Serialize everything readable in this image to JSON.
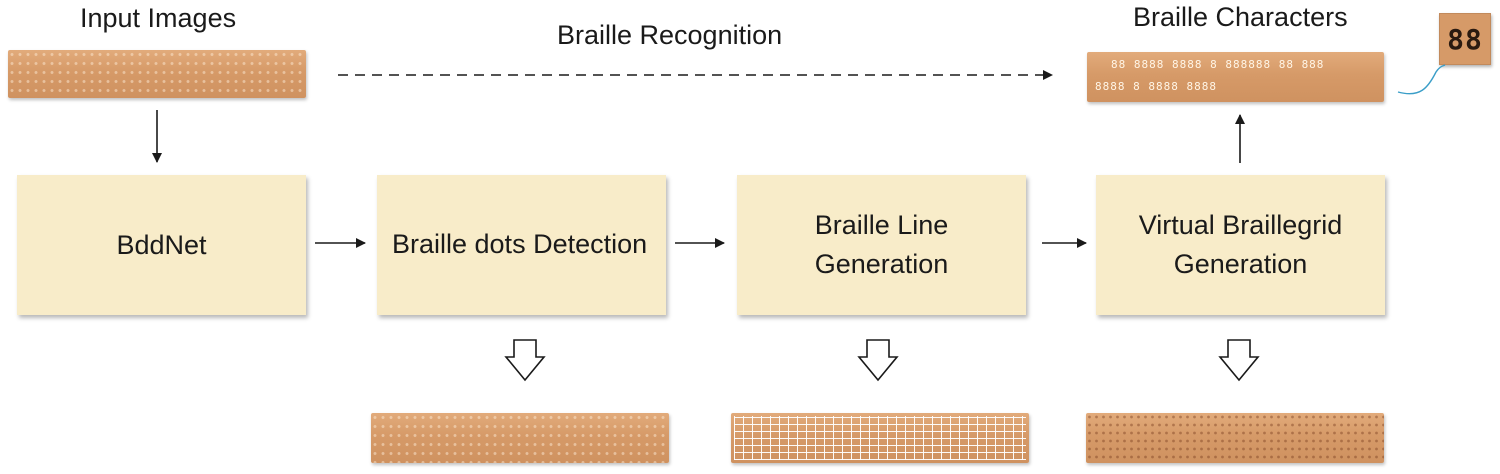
{
  "labels": {
    "input_images": "Input Images",
    "braille_recognition": "Braille Recognition",
    "braille_characters": "Braille Characters"
  },
  "boxes": {
    "bddnet": "BddNet",
    "detection": "Braille dots Detection",
    "line_gen_1": "Braille Line",
    "line_gen_2": "Generation",
    "grid_gen_1": "Virtual Braillegrid",
    "grid_gen_2": "Generation"
  },
  "characters_output": {
    "line1": "88 8888 8888 8 888888 88 888",
    "line2": "8888 8 8888 8888"
  },
  "icon": {
    "digits": "88"
  },
  "colors": {
    "box_fill": "#f8ecc9",
    "paper": "#d69a68",
    "arrow": "#1a1a1a"
  }
}
